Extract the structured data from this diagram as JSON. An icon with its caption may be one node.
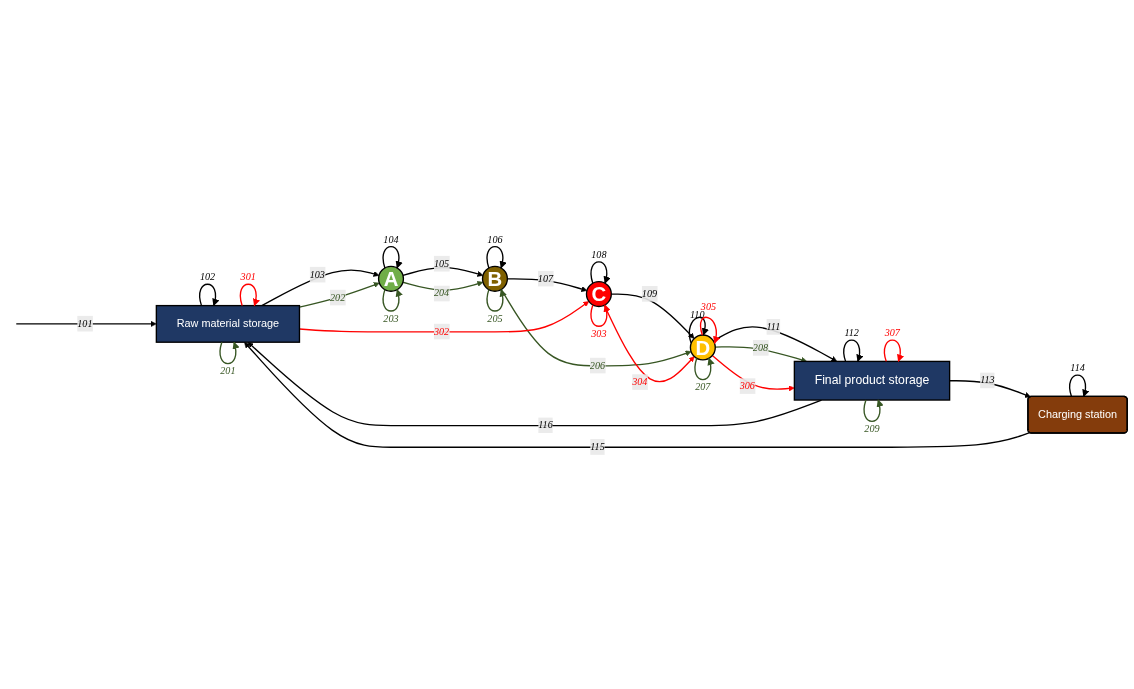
{
  "diagram": {
    "nodes": [
      {
        "text": [
          "Raw material storage"
        ]
      },
      {
        "text": [
          "A"
        ]
      },
      {
        "text": [
          "B"
        ]
      },
      {
        "text": [
          "C"
        ]
      },
      {
        "text": [
          "D"
        ]
      },
      {
        "text": [
          "Final product storage"
        ]
      },
      {
        "text": [
          "Charging station"
        ]
      }
    ],
    "edges": [
      {
        "from": null,
        "to": 0,
        "arrow": "to",
        "label": "101"
      },
      {
        "from": 0,
        "to": 0,
        "arrow": "to",
        "label": "102"
      },
      {
        "from": 0,
        "to": 1,
        "arrow": "to",
        "label": "103"
      },
      {
        "from": 1,
        "to": 1,
        "arrow": "to",
        "label": "104"
      },
      {
        "from": 1,
        "to": 2,
        "arrow": "to",
        "label": "105"
      },
      {
        "from": 2,
        "to": 2,
        "arrow": "to",
        "label": "106"
      },
      {
        "from": 2,
        "to": 3,
        "arrow": "to",
        "label": "107"
      },
      {
        "from": 3,
        "to": 3,
        "arrow": "to",
        "label": "108"
      },
      {
        "from": 3,
        "to": 4,
        "arrow": "to",
        "label": "109"
      },
      {
        "from": 4,
        "to": 4,
        "arrow": "to",
        "label": "110"
      },
      {
        "from": 4,
        "to": 5,
        "arrow": "to",
        "label": "111"
      },
      {
        "from": 5,
        "to": 5,
        "arrow": "to",
        "label": "112"
      },
      {
        "from": 5,
        "to": 6,
        "arrow": "to",
        "label": "113"
      },
      {
        "from": 6,
        "to": 6,
        "arrow": "to",
        "label": "114"
      },
      {
        "from": 6,
        "to": 0,
        "arrow": "to",
        "label": "115"
      },
      {
        "from": 5,
        "to": 0,
        "arrow": "to",
        "label": "116"
      },
      {
        "from": 0,
        "to": 0,
        "arrow": "to",
        "label": "201",
        "color": "#375623"
      },
      {
        "from": 0,
        "to": 1,
        "arrow": "to",
        "label": "202",
        "color": "#375623"
      },
      {
        "from": 1,
        "to": 1,
        "arrow": "to",
        "label": "203",
        "color": "#375623"
      },
      {
        "from": 1,
        "to": 2,
        "arrow": "to",
        "label": "204",
        "color": "#375623"
      },
      {
        "from": 2,
        "to": 2,
        "arrow": "to",
        "label": "205",
        "color": "#375623"
      },
      {
        "from": 2,
        "to": 4,
        "arrow": "to",
        "label": "206",
        "color": "#375623"
      },
      {
        "from": 4,
        "to": 4,
        "arrow": "to",
        "label": "207",
        "color": "#375623"
      },
      {
        "from": 4,
        "to": 5,
        "arrow": "to",
        "label": "208",
        "color": "#375623"
      },
      {
        "from": 5,
        "to": 5,
        "arrow": "to",
        "label": "209",
        "color": "#375623"
      },
      {
        "from": 0,
        "to": 0,
        "arrow": "to",
        "label": "301",
        "color": "#ff0000"
      },
      {
        "from": 0,
        "to": 3,
        "arrow": "to",
        "label": "302",
        "color": "#ff0000"
      },
      {
        "from": 3,
        "to": 3,
        "arrow": "to",
        "label": "303",
        "color": "#ff0000"
      },
      {
        "from": 3,
        "to": 4,
        "arrow": "to",
        "label": "304",
        "color": "#ff0000"
      },
      {
        "from": 4,
        "to": 4,
        "arrow": "to",
        "label": "305",
        "color": "#ff0000"
      },
      {
        "from": 4,
        "to": 5,
        "arrow": "to",
        "label": "306",
        "color": "#ff0000"
      },
      {
        "from": 5,
        "to": 5,
        "arrow": "to",
        "label": "307",
        "color": "#ff0000"
      }
    ]
  }
}
